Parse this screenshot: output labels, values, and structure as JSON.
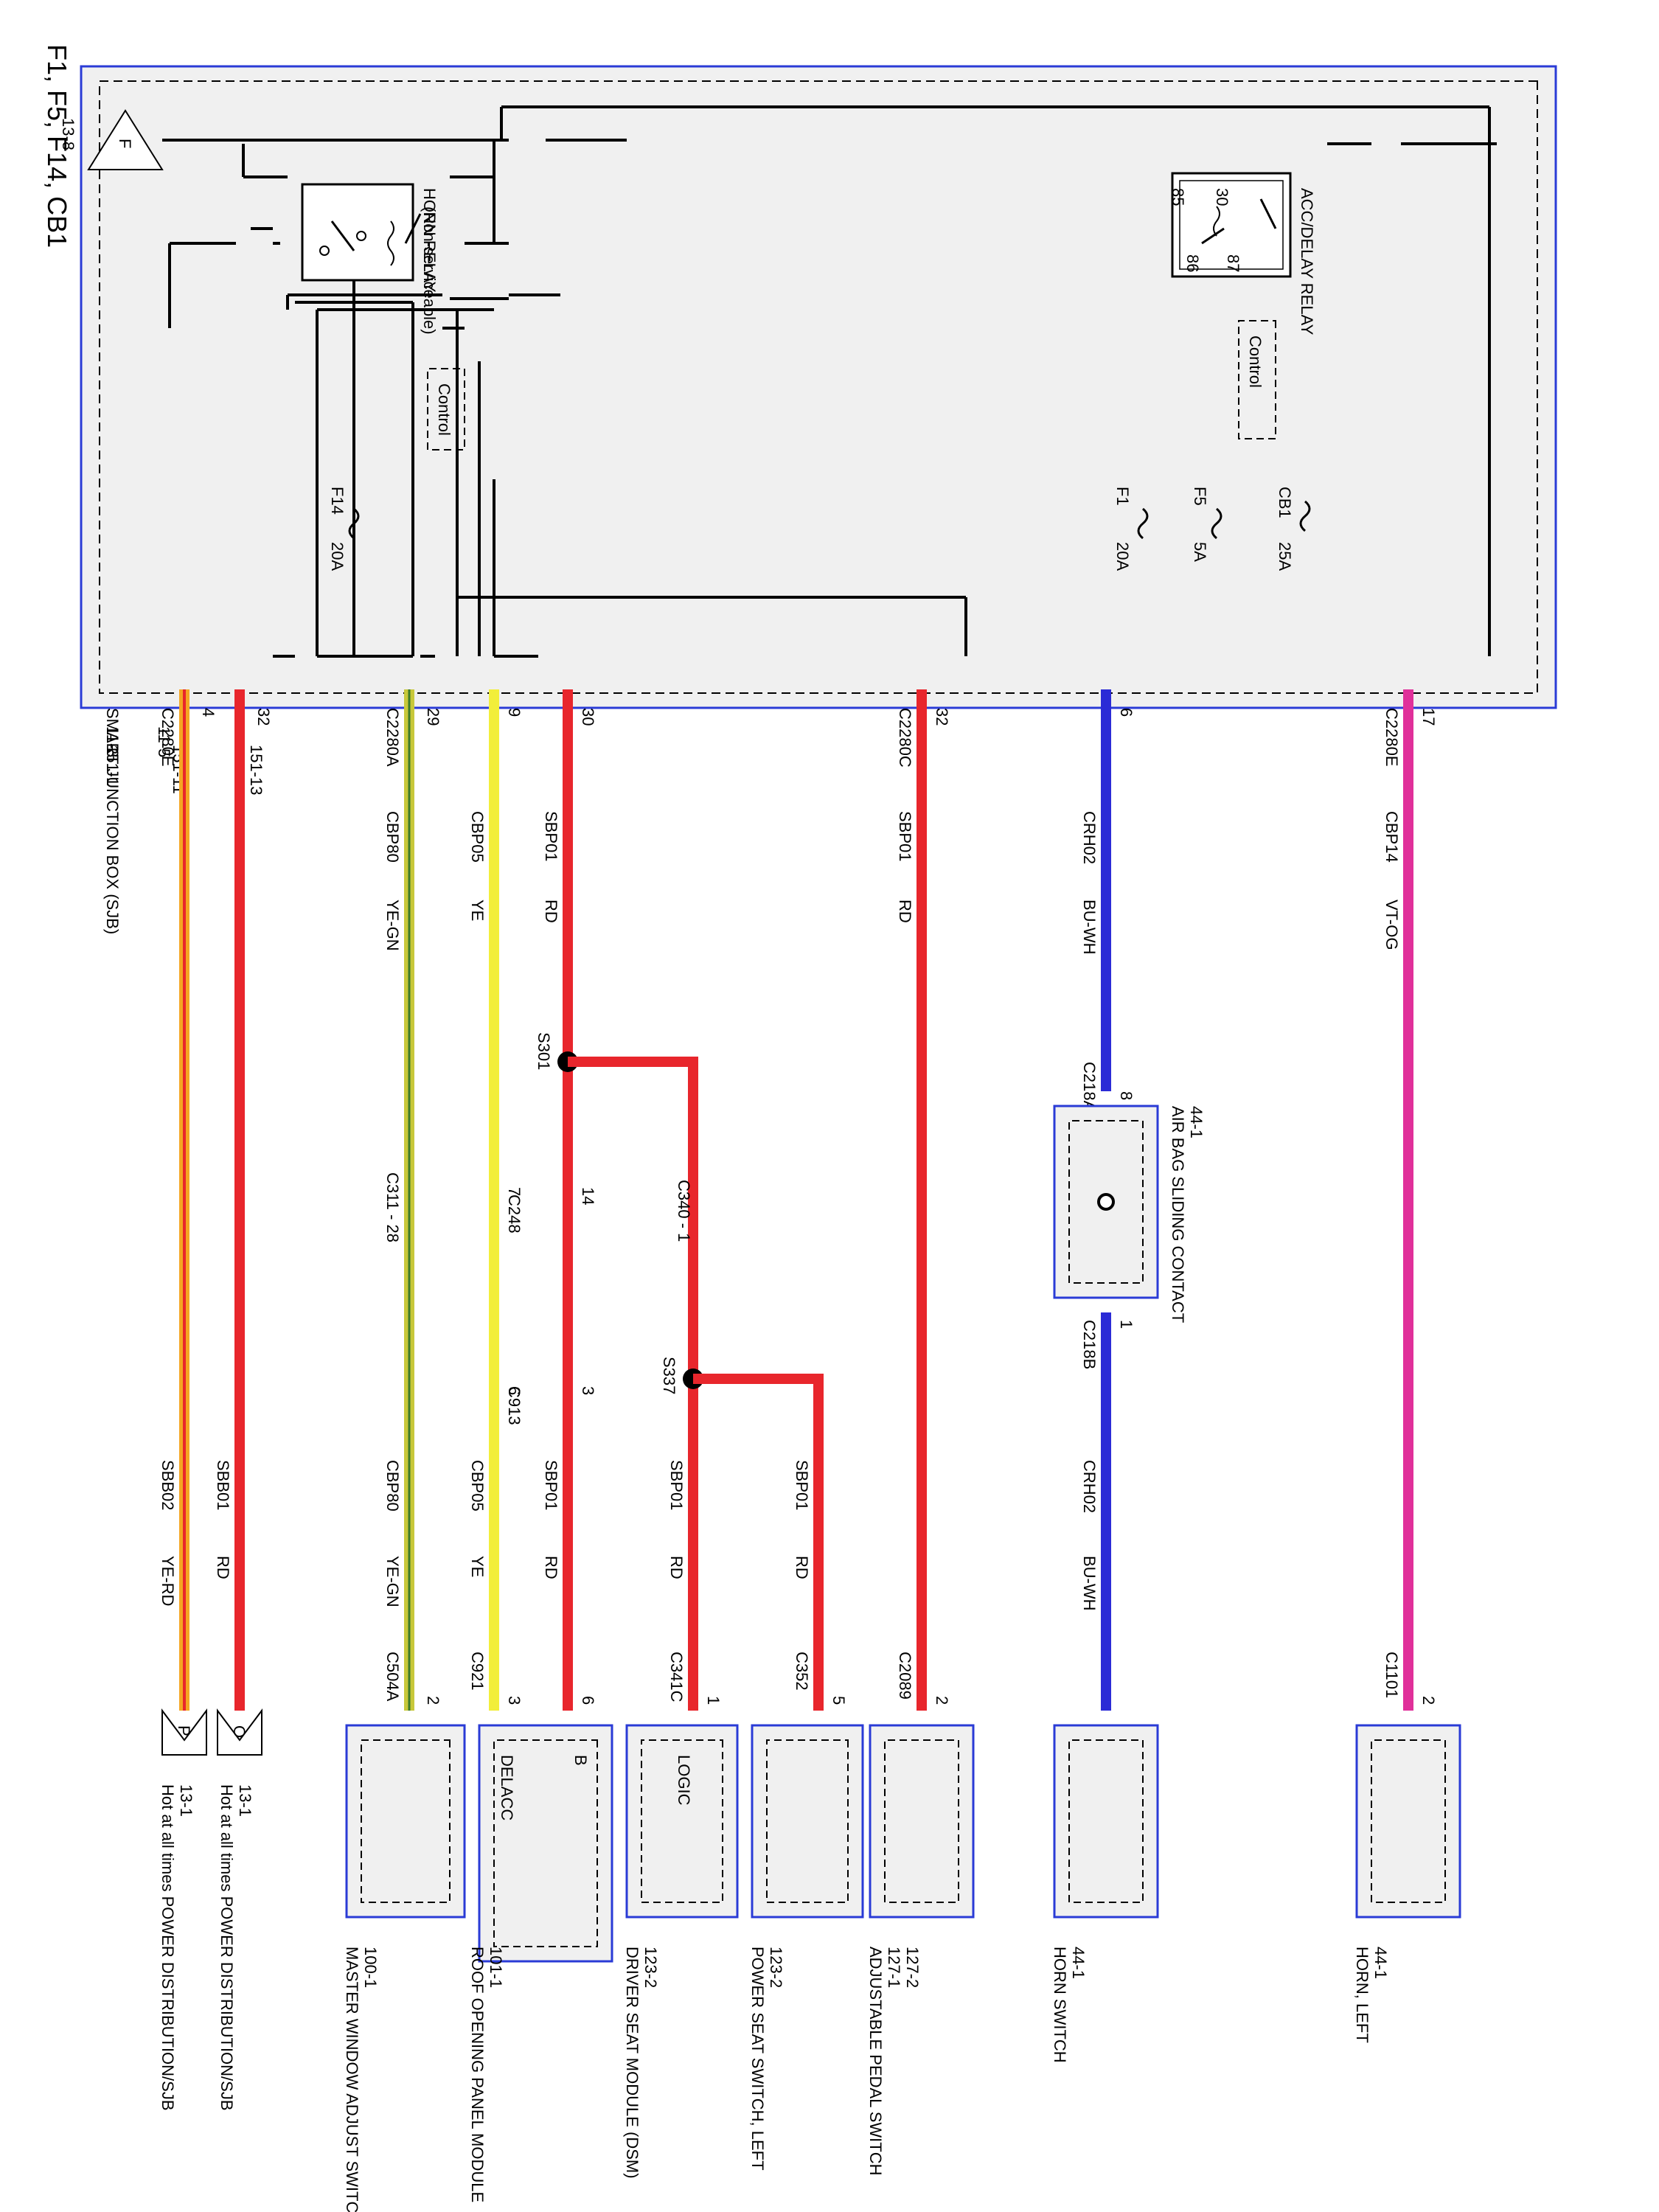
{
  "title": "F1, F5, F14, CB1",
  "colors": {
    "rd": "#e8262c",
    "ye": "#f2ee3a",
    "yegn": "#c8c83a",
    "yerd": "#f5a623",
    "bu": "#2b2bd6",
    "vt": "#e0309a",
    "box_border": "#2a3bd6",
    "box_fill": "#f0f0f0"
  },
  "sjb": {
    "name": "SMART JUNCTION BOX (SJB)",
    "refs": [
      "11-3",
      "11-5",
      "151-1",
      "151-11",
      "151-13"
    ]
  },
  "ground_ref": {
    "label": "13-8",
    "symbol": "F"
  },
  "relays": {
    "horn": {
      "name": "HORN RELAY",
      "note": "(Non-serviceable)",
      "control": "Control"
    },
    "acc": {
      "name": "ACC/DELAY RELAY",
      "control": "Control",
      "pins": [
        "30",
        "85",
        "86",
        "87"
      ]
    }
  },
  "fuses": {
    "cb1": "CB1",
    "cb1_rating": "25A",
    "f5": "F5",
    "f5_rating": "5A",
    "f1": "F1",
    "f1_rating": "20A",
    "f14": "F14",
    "f14_rating": "20A"
  },
  "wires": {
    "sbb02": {
      "connector": "C2280E",
      "pin": "4",
      "circuit": "SBB02",
      "color": "YE-RD"
    },
    "sbb01": {
      "pin": "32",
      "circuit": "SBB01",
      "color": "RD"
    },
    "cbp80": {
      "connector": "C2280A",
      "pin": "29",
      "circuit": "CBP80",
      "color": "YE-GN",
      "inline": "C311 - 28",
      "end_connector": "C504A",
      "end_pin": "2"
    },
    "cbp05": {
      "pin": "9",
      "circuit": "CBP05",
      "color": "YE",
      "c248_pin": "7",
      "c913_pin": "6",
      "end_pin": "3"
    },
    "sbp01": {
      "pin": "30",
      "circuit": "SBP01",
      "color": "RD",
      "splice1": "S301",
      "c248": "C248",
      "c248_pin": "14",
      "c913": "C913",
      "c913_pin": "3",
      "c921": "C921",
      "end_pin": "6"
    },
    "sbp01_branch": {
      "inline": "C340 - 1",
      "splice": "S337",
      "circuit": "SBP01",
      "color": "RD",
      "c341": "C341C",
      "c341_pin": "1",
      "c352": "C352",
      "c352_pin": "5"
    },
    "sbp01_c": {
      "connector": "C2280C",
      "pin": "32",
      "circuit": "SBP01",
      "color": "RD",
      "end_connector": "C2089",
      "end_pin": "2"
    },
    "crh02": {
      "pin": "6",
      "circuit": "CRH02",
      "color": "BU-WH",
      "c218a": "C218A",
      "c218a_pin": "8",
      "c218b": "C218B",
      "c218b_pin": "1"
    },
    "cbp14": {
      "connector": "C2280E",
      "pin": "17",
      "circuit": "CBP14",
      "color": "VT-OG",
      "end_connector": "C1101",
      "end_pin": "2"
    }
  },
  "airbag": {
    "name": "AIR BAG SLIDING CONTACT",
    "ref": "44-1"
  },
  "offpage": [
    {
      "symbol": "P",
      "label": "Hot at all times POWER DISTRIBUTION/SJB",
      "ref": "13-1"
    },
    {
      "symbol": "O",
      "label": "Hot at all times POWER DISTRIBUTION/SJB",
      "ref": "13-1"
    }
  ],
  "modules": {
    "mwas": {
      "name": "MASTER WINDOW ADJUST SWITCH",
      "ref": "100-1"
    },
    "ropm": {
      "name": "ROOF OPENING PANEL MODULE",
      "ref": "101-1",
      "in1": "DELACC",
      "in2": "B"
    },
    "dsm": {
      "name": "DRIVER SEAT MODULE (DSM)",
      "ref": "123-2",
      "in": "LOGIC"
    },
    "pss": {
      "name": "POWER SEAT SWITCH, LEFT",
      "ref": "123-2"
    },
    "aps": {
      "name": "ADJUSTABLE PEDAL SWITCH",
      "ref1": "127-1",
      "ref2": "127-2"
    },
    "hsw": {
      "name": "HORN SWITCH",
      "ref": "44-1"
    },
    "horn": {
      "name": "HORN, LEFT",
      "ref": "44-1"
    }
  }
}
